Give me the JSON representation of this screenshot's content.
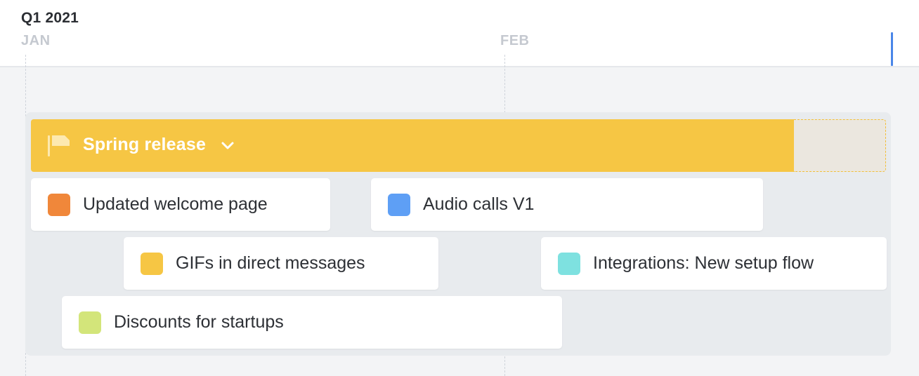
{
  "header": {
    "quarter": "Q1 2021",
    "months": [
      "JAN",
      "FEB"
    ]
  },
  "release": {
    "label": "Spring release",
    "color": "#f6c644",
    "icon": "flag-icon",
    "toggle_icon": "chevron-down-icon"
  },
  "items": [
    {
      "label": "Updated welcome page",
      "color": "#f0873a"
    },
    {
      "label": "Audio calls V1",
      "color": "#5e9ff5"
    },
    {
      "label": "GIFs in direct messages",
      "color": "#f6c644"
    },
    {
      "label": "Integrations: New setup flow",
      "color": "#7ee1e0"
    },
    {
      "label": "Discounts for startups",
      "color": "#d3e57a"
    }
  ],
  "today_marker_color": "#4a86e8"
}
